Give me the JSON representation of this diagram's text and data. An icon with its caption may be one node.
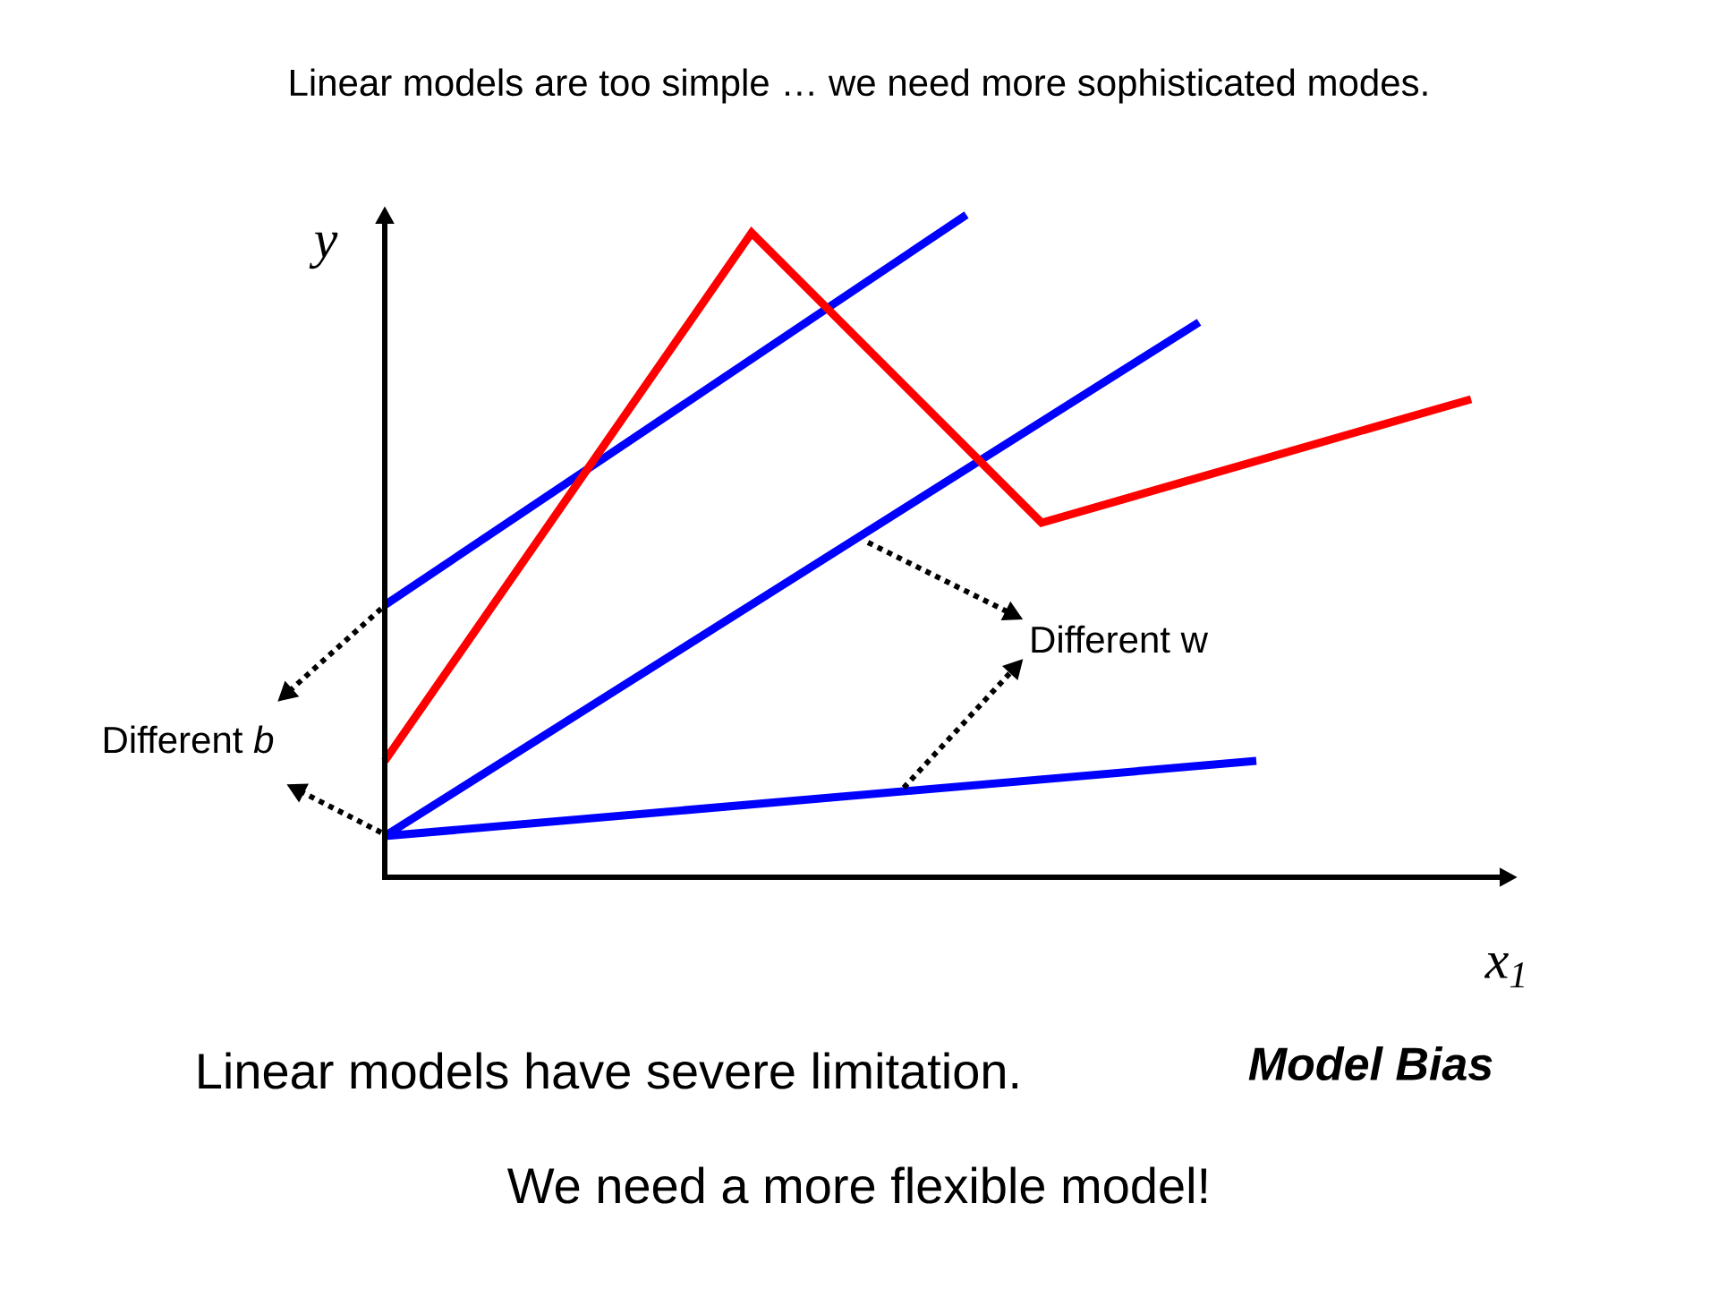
{
  "diagram": {
    "title": "Linear models are too simple … we need more sophisticated modes.",
    "nodes": [
      {
        "text": [
          "Different *b*"
        ]
      },
      {
        "text": [
          "Different w"
        ]
      }
    ],
    "edges": [
      {
        "from": null,
        "to": 0,
        "arrow": "to"
      },
      {
        "from": null,
        "to": 0,
        "arrow": "to"
      },
      {
        "from": null,
        "to": 1,
        "arrow": "to"
      },
      {
        "from": null,
        "to": 1,
        "arrow": "to"
      }
    ],
    "labels": [
      "y",
      "x$_{1}$",
      "Linear models have severe limitation.",
      "Model Bias",
      "We need a more flexible model!"
    ]
  }
}
